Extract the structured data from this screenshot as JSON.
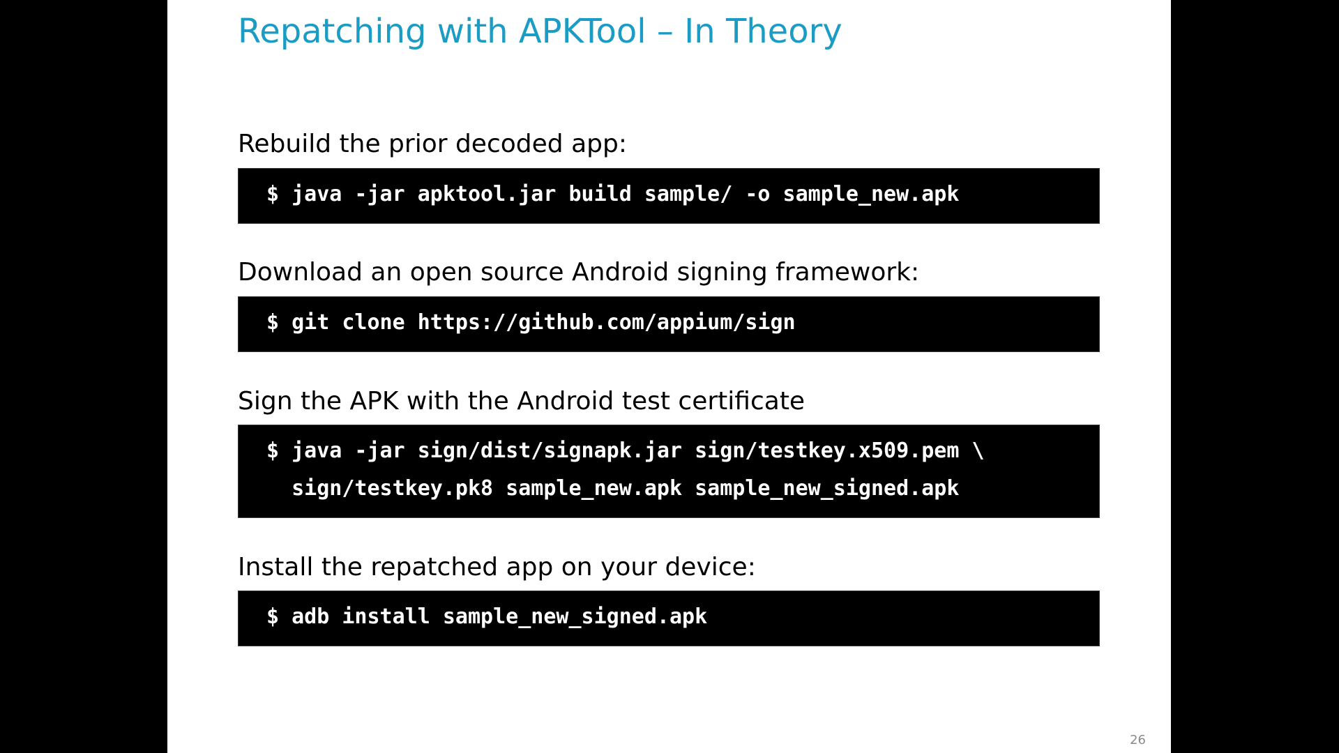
{
  "slide": {
    "title": "Repatching with APKTool – In Theory",
    "page_number": "26"
  },
  "steps": [
    {
      "heading": "Rebuild the prior decoded app:",
      "code": [
        "$ java -jar apktool.jar build sample/ -o sample_new.apk"
      ]
    },
    {
      "heading": "Download an open source Android signing framework:",
      "code": [
        "$ git clone https://github.com/appium/sign"
      ]
    },
    {
      "heading": "Sign the APK with the Android test certificate",
      "code": [
        "$ java -jar sign/dist/signapk.jar sign/testkey.x509.pem \\",
        "  sign/testkey.pk8 sample_new.apk sample_new_signed.apk"
      ]
    },
    {
      "heading": "Install the repatched app on your device:",
      "code": [
        "$ adb install sample_new_signed.apk"
      ]
    }
  ],
  "colors": {
    "title": "#1a9cc4",
    "code_background": "#000000",
    "code_text": "#ffffff",
    "letterbox": "#000000"
  }
}
